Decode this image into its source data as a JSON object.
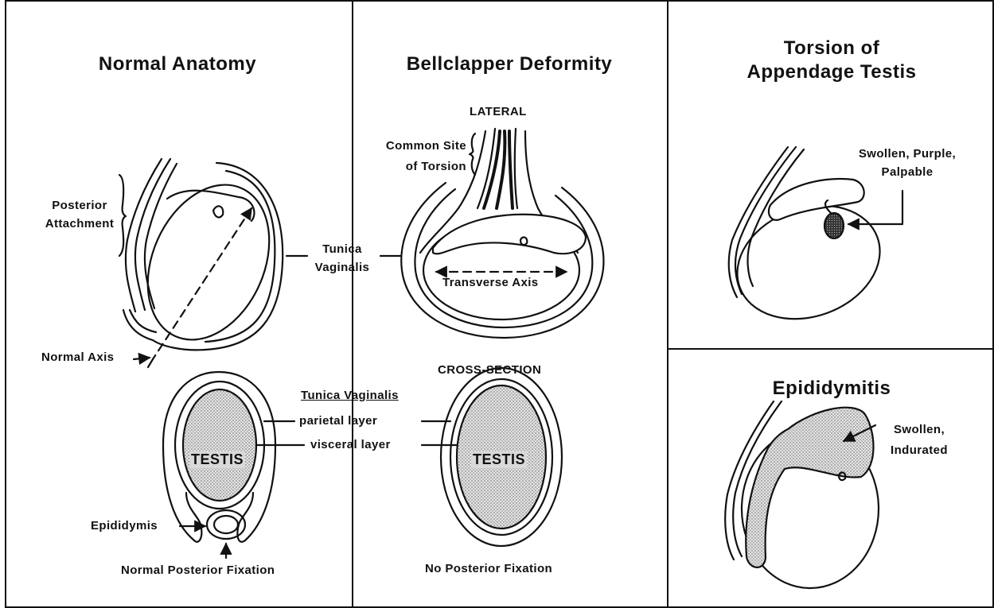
{
  "panels": {
    "normal": {
      "title": "Normal Anatomy",
      "posterior_attachment_1": "Posterior",
      "posterior_attachment_2": "Attachment",
      "normal_axis": "Normal Axis",
      "tunica_vaginalis_1": "Tunica",
      "tunica_vaginalis_2": "Vaginalis",
      "testis": "TESTIS",
      "epididymis": "Epididymis",
      "fixation": "Normal Posterior Fixation"
    },
    "bellclapper": {
      "title": "Bellclapper Deformity",
      "lateral": "LATERAL",
      "common_site_1": "Common Site",
      "common_site_2": "of Torsion",
      "transverse_axis": "Transverse Axis",
      "cross_section": "CROSS-SECTION",
      "testis": "TESTIS",
      "fixation": "No Posterior Fixation"
    },
    "tunica_layers": {
      "heading": "Tunica Vaginalis",
      "parietal": "parietal layer",
      "visceral": "visceral layer"
    },
    "appendage": {
      "title_1": "Torsion of",
      "title_2": "Appendage Testis",
      "note_1": "Swollen, Purple,",
      "note_2": "Palpable"
    },
    "epididymitis": {
      "title": "Epididymitis",
      "note_1": "Swollen,",
      "note_2": "Indurated"
    }
  }
}
